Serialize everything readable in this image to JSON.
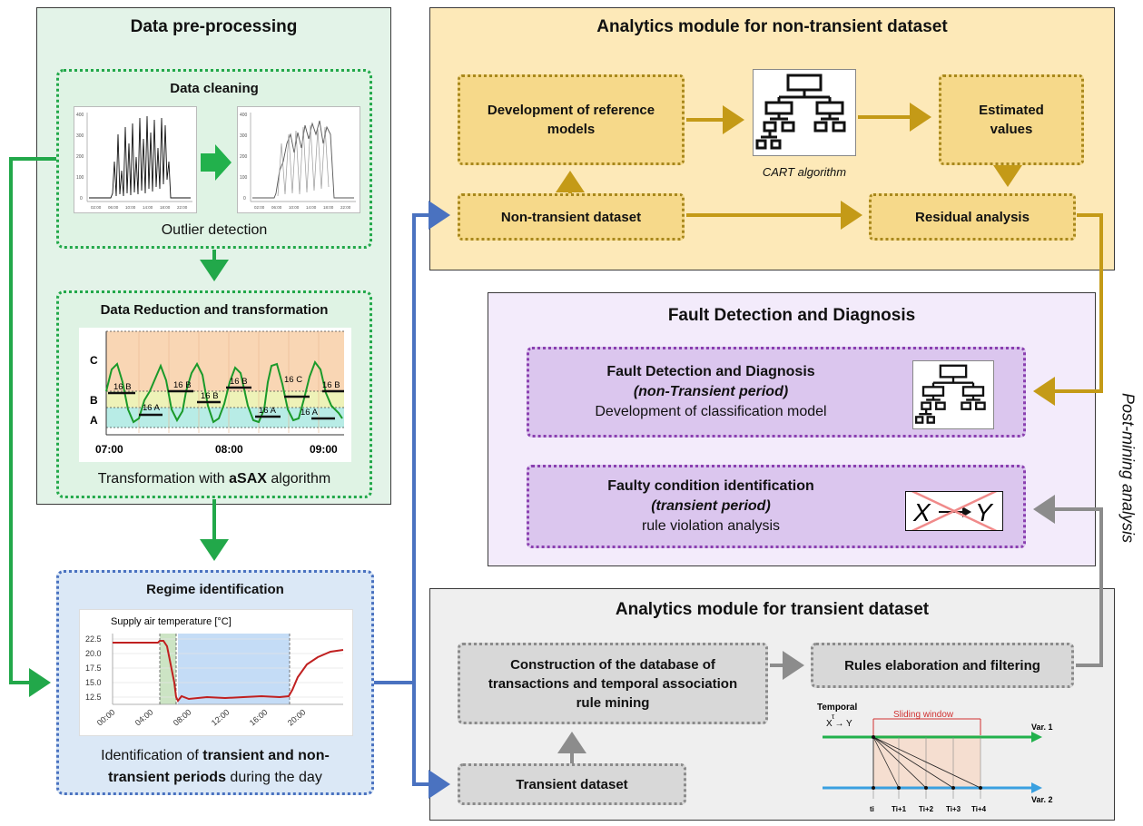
{
  "preprocessing": {
    "title": "Data pre-processing",
    "cleaning": {
      "title": "Data cleaning",
      "caption": "Outlier detection",
      "y_ticks": [
        "400",
        "300",
        "200",
        "100",
        "0"
      ],
      "x_ticks": [
        "02:00",
        "06:00",
        "10:00",
        "14:00",
        "18:00",
        "22:00"
      ]
    },
    "reduction": {
      "title": "Data Reduction and transformation",
      "caption_pre": "Transformation with ",
      "caption_bold": "aSAX",
      "caption_post": " algorithm",
      "levels": [
        "C",
        "B",
        "A"
      ],
      "times": [
        "07:00",
        "08:00",
        "09:00"
      ],
      "symbols": [
        "16 B",
        "16 A",
        "16 B",
        "16 B",
        "16 B",
        "16 A",
        "16 C",
        "16 A",
        "16 B"
      ]
    }
  },
  "regime": {
    "title": "Regime identification",
    "chart_title": "Supply air temperature [°C]",
    "y_ticks": [
      "22.5",
      "20.0",
      "17.5",
      "15.0",
      "12.5"
    ],
    "x_ticks": [
      "00:00",
      "04:00",
      "08:00",
      "12:00",
      "16:00",
      "20:00"
    ],
    "caption_pre": "Identification of ",
    "caption_bold": "transient and non-transient periods",
    "caption_post": " during the day"
  },
  "nontransient": {
    "title": "Analytics module for non-transient dataset",
    "ref_models": "Development of reference models",
    "estimated": "Estimated values",
    "cart": "CART algorithm",
    "dataset": "Non-transient dataset",
    "residual": "Residual analysis"
  },
  "fdd": {
    "title": "Fault Detection and Diagnosis",
    "box1_title": "Fault Detection and Diagnosis",
    "box1_sub": "(non-Transient period)",
    "box1_desc": "Development of classification model",
    "box2_title": "Faulty condition identification",
    "box2_sub": "(transient period)",
    "box2_desc": "rule violation analysis",
    "rule_x": "X",
    "rule_y": "Y"
  },
  "postmining": "Post-mining analysis",
  "transient": {
    "title": "Analytics module for transient dataset",
    "construction": "Construction of the database of transactions and temporal association rule mining",
    "rules": "Rules elaboration and filtering",
    "dataset": "Transient dataset",
    "temporal_label": "Temporal",
    "temporal_rule": "X → Y",
    "tau": "τ",
    "sliding": "Sliding window",
    "var1": "Var. 1",
    "var2": "Var. 2",
    "t_labels": [
      "ti",
      "Ti+1",
      "Ti+2",
      "Ti+3",
      "Ti+4"
    ]
  },
  "colors": {
    "green": "#22a84a",
    "blue": "#4a72c0",
    "gold": "#c49a17",
    "gray": "#8c8c8c",
    "red_line": "#c02020"
  }
}
